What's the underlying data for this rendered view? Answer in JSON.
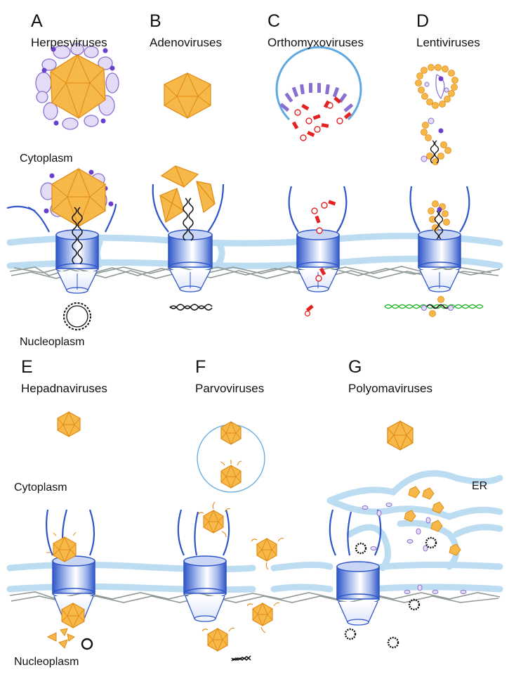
{
  "top_row": {
    "panels": [
      {
        "letter": "A",
        "name": "Herpesviruses"
      },
      {
        "letter": "B",
        "name": "Adenoviruses"
      },
      {
        "letter": "C",
        "name": "Orthomyxoviruses"
      },
      {
        "letter": "D",
        "name": "Lentiviruses"
      }
    ],
    "cytoplasm_label": "Cytoplasm",
    "nucleoplasm_label": "Nucleoplasm"
  },
  "bottom_row": {
    "panels": [
      {
        "letter": "E",
        "name": "Hepadnaviruses"
      },
      {
        "letter": "F",
        "name": "Parvoviruses"
      },
      {
        "letter": "G",
        "name": "Polyomaviruses"
      }
    ],
    "cytoplasm_label": "Cytoplasm",
    "nucleoplasm_label": "Nucleoplasm",
    "er_label": "ER"
  },
  "colors": {
    "capsid_fill": "#f7b84a",
    "capsid_edge": "#e08a12",
    "envelope_purple": "#8a6fd0",
    "envelope_light": "#e4dcf6",
    "nuclear_envelope": "#bcdcf2",
    "lamina": "#8f9a96",
    "pore_blue": "#2f56c8",
    "rna_red": "#e52222",
    "dna_black": "#111111",
    "dna_green": "#34b83a"
  }
}
